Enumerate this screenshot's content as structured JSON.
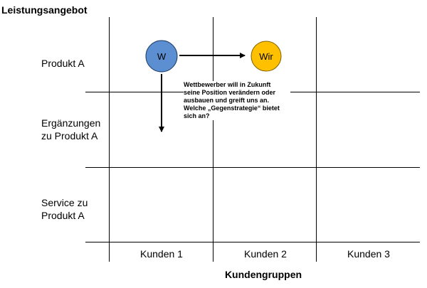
{
  "y_axis_title": "Leistungsangebot",
  "x_axis_title": "Kundengruppen",
  "rows": [
    {
      "label_lines": [
        "Produkt A"
      ]
    },
    {
      "label_lines": [
        "Ergänzungen",
        "zu Produkt A"
      ]
    },
    {
      "label_lines": [
        "Service zu",
        "Produkt A"
      ]
    }
  ],
  "columns": [
    "Kunden 1",
    "Kunden 2",
    "Kunden 3"
  ],
  "nodes": {
    "competitor": {
      "label": "W",
      "color": "#5b8fd1"
    },
    "us": {
      "label": "Wir",
      "color": "#ffc000"
    }
  },
  "annotation_lines": [
    "Wettbewerber will in Zukunft",
    "seine Position  verändern oder",
    "ausbauen und greift uns an.",
    "Welche „Gegenstrategie“ bietet",
    "sich an?"
  ]
}
